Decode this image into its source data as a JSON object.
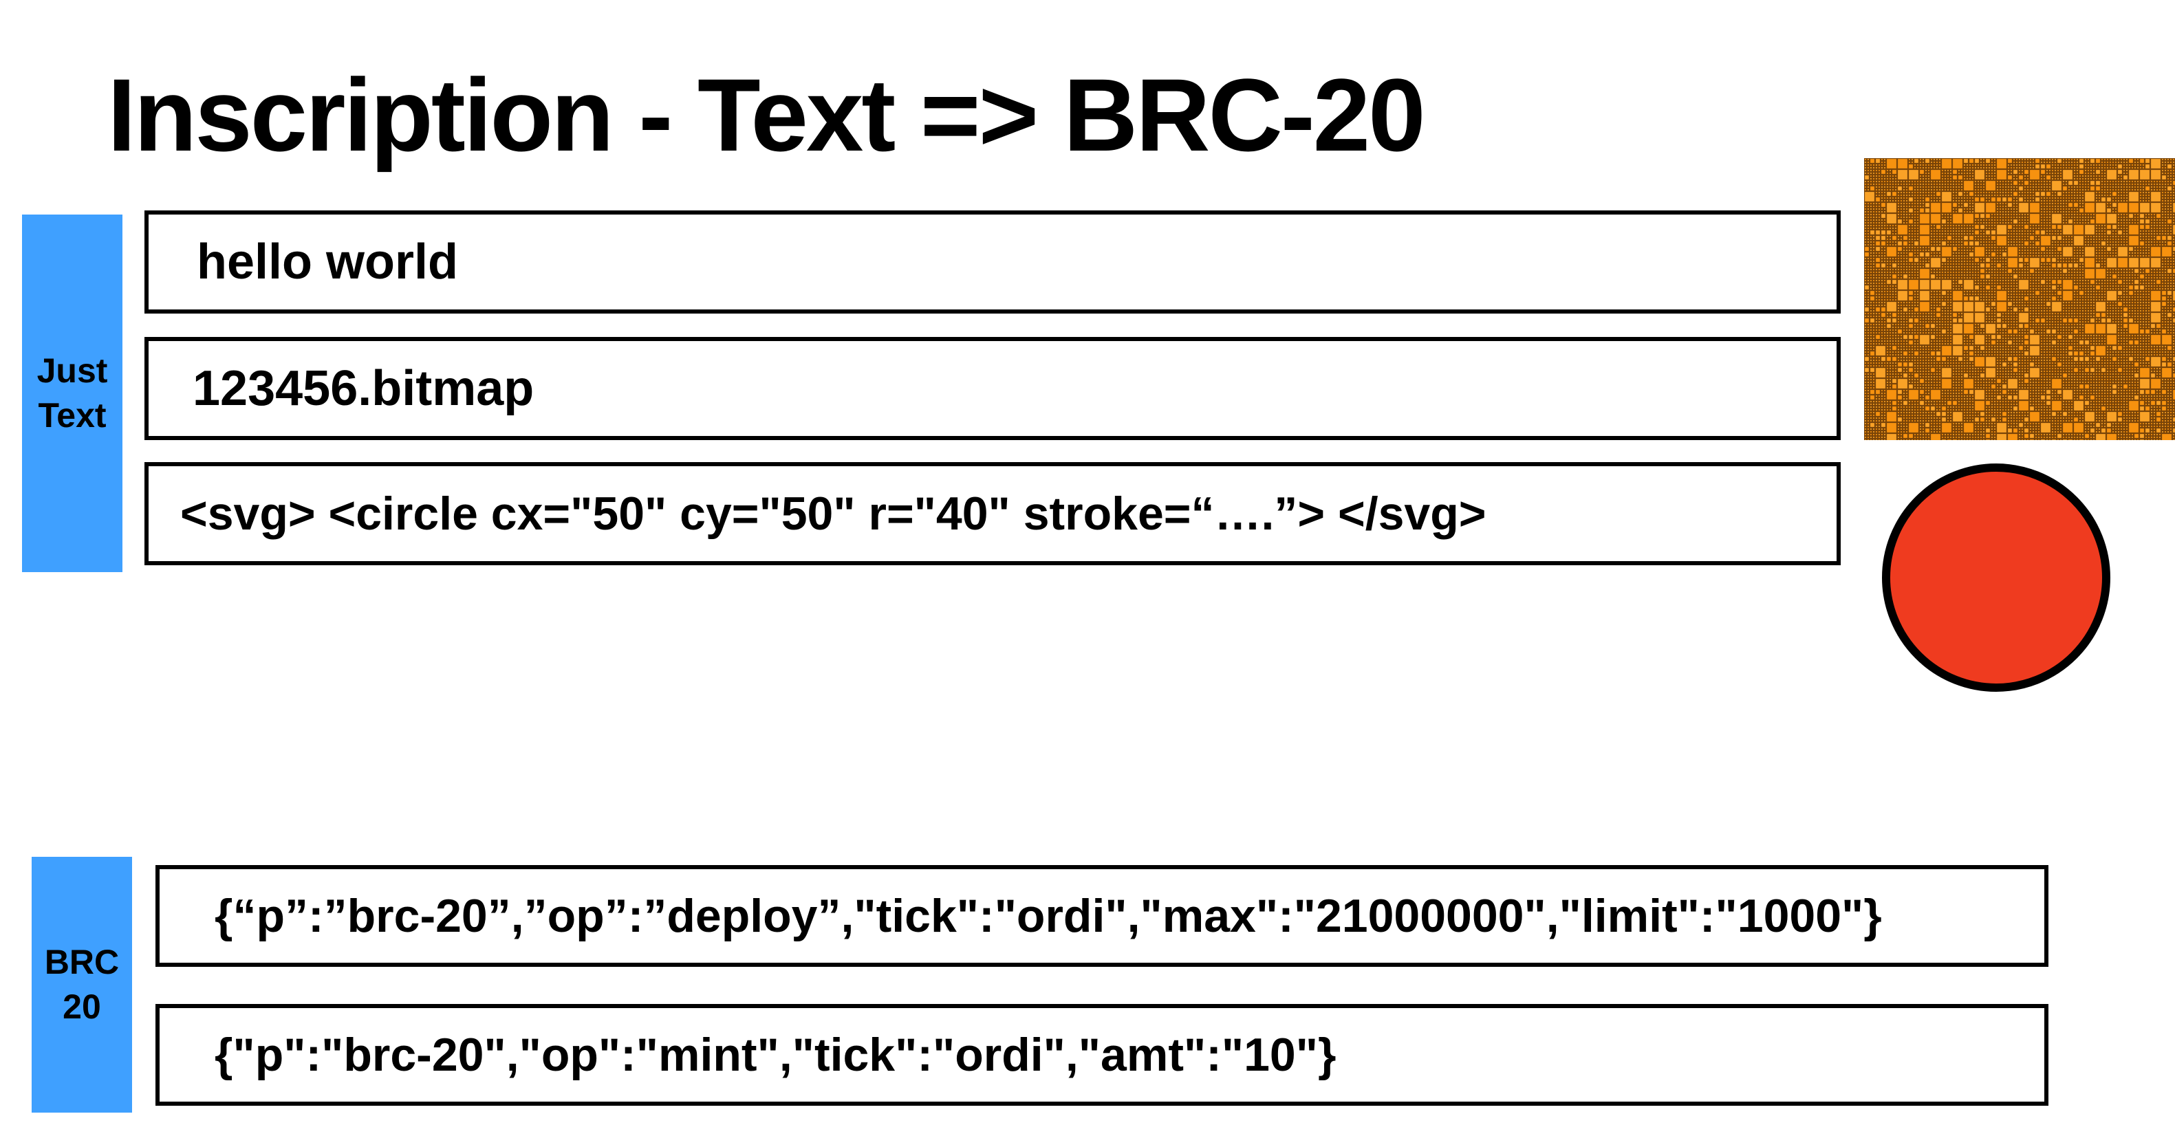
{
  "title": "Inscription - Text => BRC-20",
  "colors": {
    "label_bg": "#3fa0ff",
    "bitmap_fill": "#f7920f",
    "bitmap_line": "#7a4508",
    "circle_fill": "#ef3b1f",
    "border": "#000000"
  },
  "just_text": {
    "label": "Just\nText",
    "items": [
      "hello world",
      "123456.bitmap",
      "<svg>  <circle cx=\"50\" cy=\"50\" r=\"40\" stroke=“….”> </svg>"
    ]
  },
  "brc20": {
    "label": "BRC\n20",
    "items": [
      "{“p”:”brc-20”,”op”:”deploy”,\"tick\":\"ordi\",\"max\":\"21000000\",\"limit\":\"1000\"}",
      "{\"p\":\"brc-20\",\"op\":\"mint\",\"tick\":\"ordi\",\"amt\":\"10\"}"
    ]
  },
  "previews": {
    "bitmap_icon": "bitmap-mosaic-icon",
    "circle_icon": "red-circle-icon"
  }
}
